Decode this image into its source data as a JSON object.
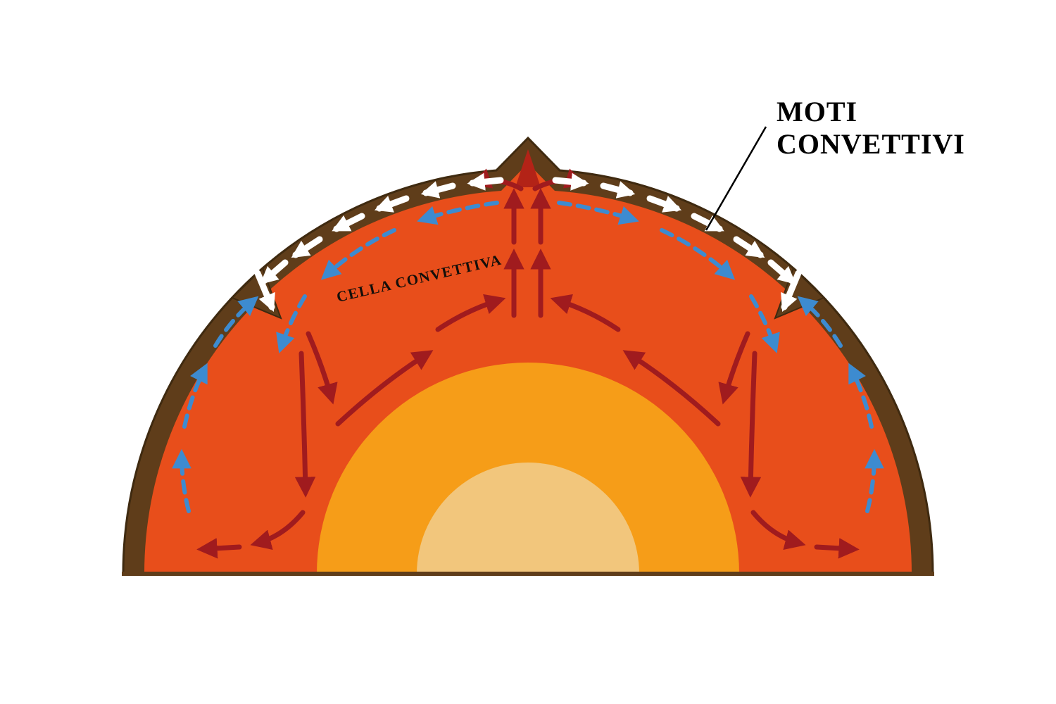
{
  "labels": {
    "title_line1": "MOTI",
    "title_line2": "CONVETTIVI",
    "convection_cell": "CELLA CONVETTIVA"
  },
  "colors": {
    "background": "#ffffff",
    "crust-brown": "#5f3d1a",
    "crust-outline": "#3f2a10",
    "mantle-red": "#e84e1b",
    "outer-core-orange": "#f69d18",
    "inner-core-tan": "#f2c67c",
    "magma-red": "#b32317",
    "hot-arrow-red": "#a01b1e",
    "cool-arrow-blue": "#3d8bd0",
    "plate-arrow-white": "#ffffff",
    "label-black": "#000000"
  }
}
